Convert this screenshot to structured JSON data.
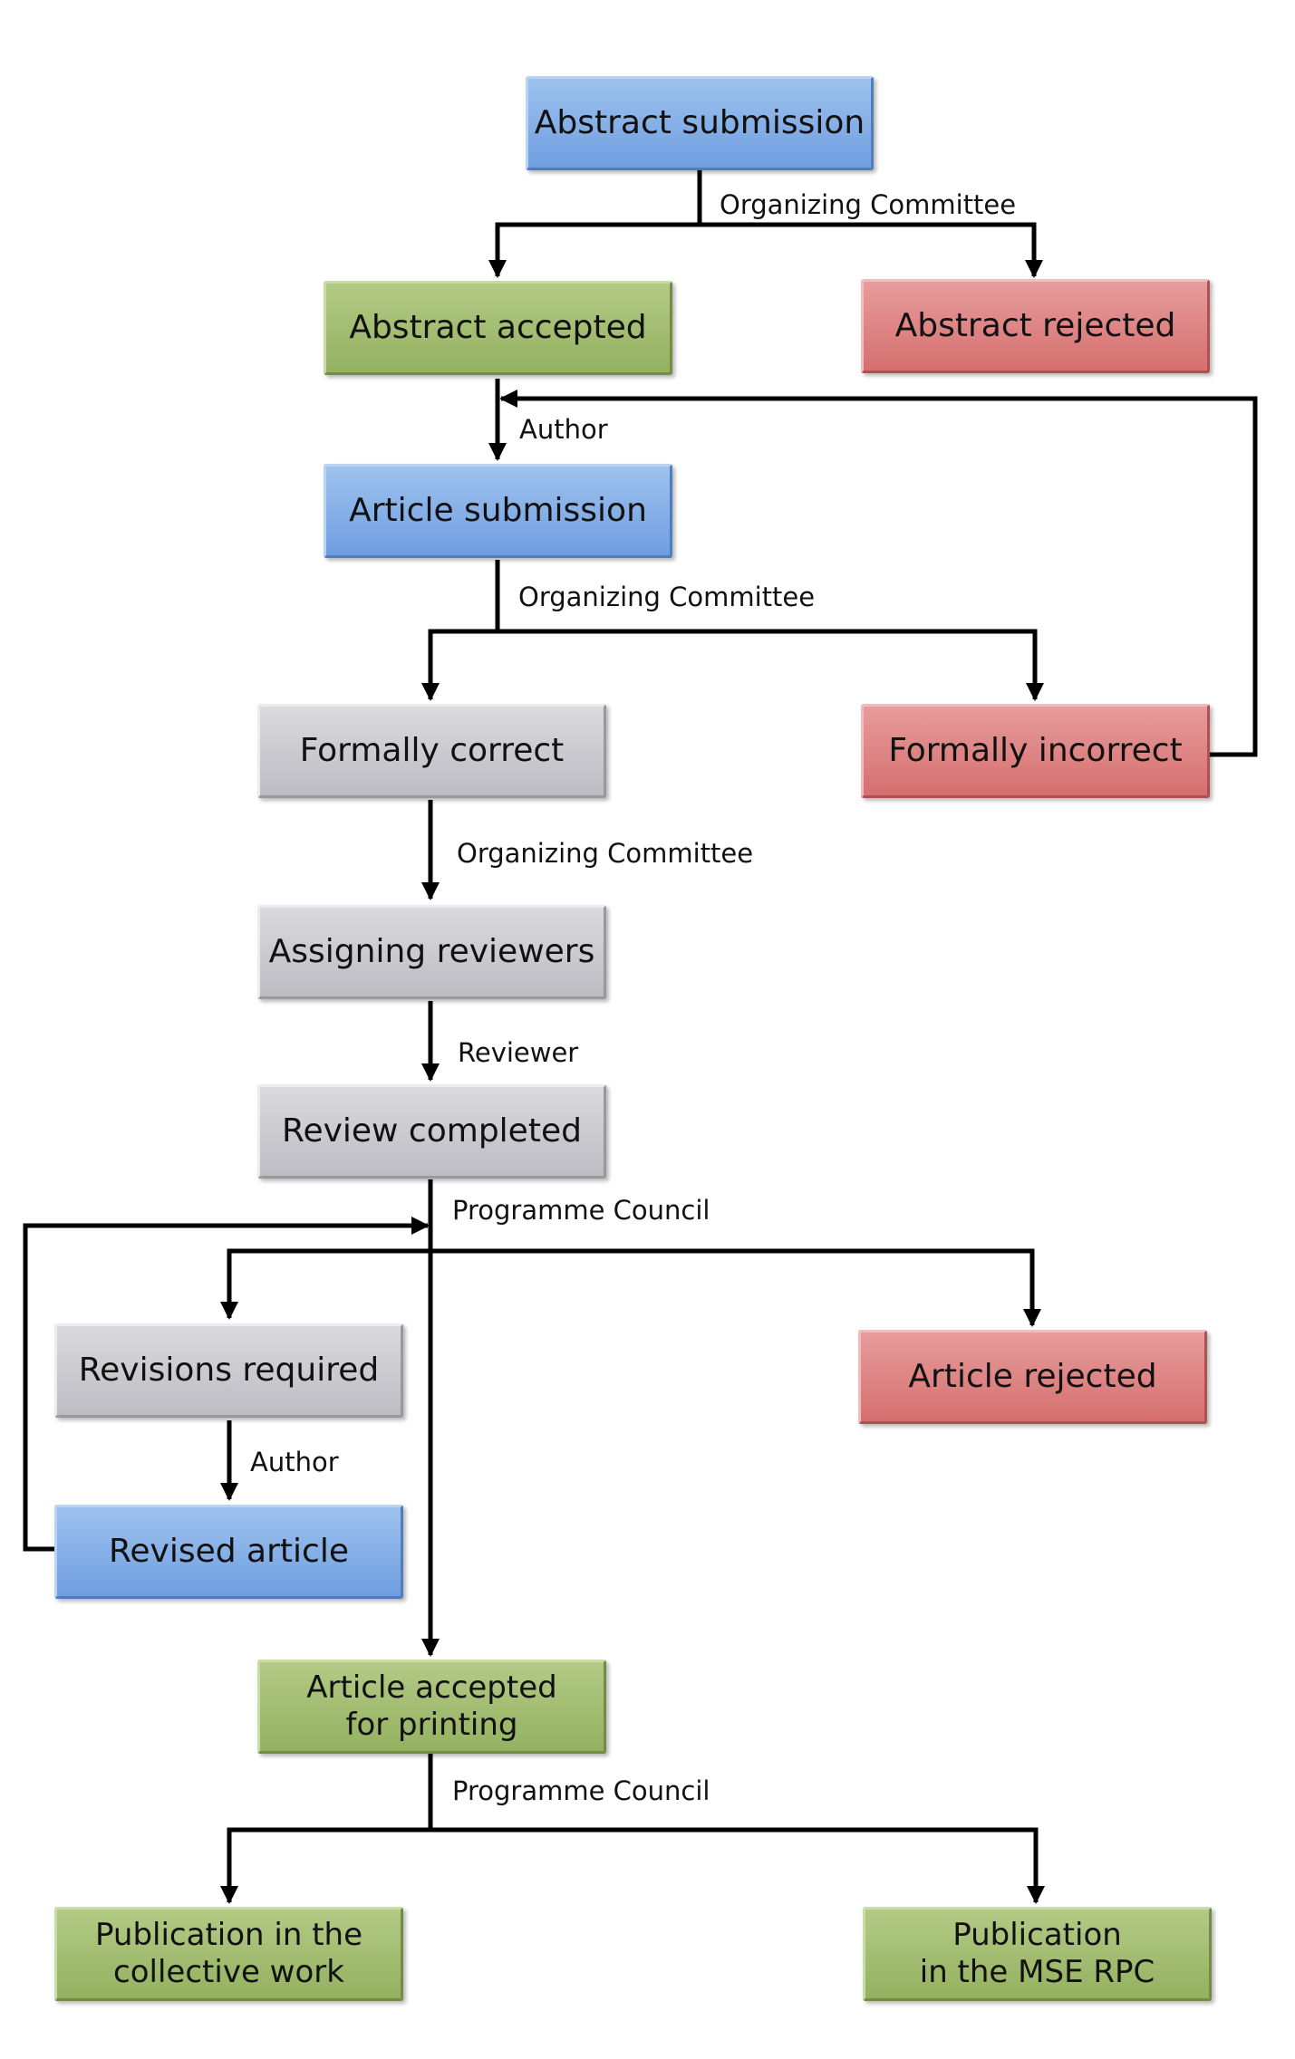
{
  "diagram": {
    "nodes": {
      "abstract_submission": "Abstract submission",
      "abstract_accepted": "Abstract accepted",
      "abstract_rejected": "Abstract rejected",
      "article_submission": "Article submission",
      "formally_correct": "Formally correct",
      "formally_incorrect": "Formally incorrect",
      "assigning_reviewers": "Assigning reviewers",
      "review_completed": "Review completed",
      "revisions_required": "Revisions required",
      "article_rejected": "Article rejected",
      "revised_article": "Revised article",
      "article_accepted_line1": "Article accepted",
      "article_accepted_line2": "for printing",
      "publication_collective_line1": "Publication in the",
      "publication_collective_line2": "collective work",
      "publication_mse_line1": "Publication",
      "publication_mse_line2": "in the MSE RPC"
    },
    "edge_labels": {
      "abstract_review": "Organizing Committee",
      "author_submit": "Author",
      "formal_check": "Organizing Committee",
      "assign_reviewers": "Organizing Committee",
      "reviewer": "Reviewer",
      "council_decision": "Programme Council",
      "author_revise": "Author",
      "council_publication": "Programme Council"
    },
    "colors": {
      "blue": "#82aee6",
      "green": "#a3bd73",
      "red": "#de8585",
      "gray": "#cacacf",
      "line": "#000000"
    }
  }
}
